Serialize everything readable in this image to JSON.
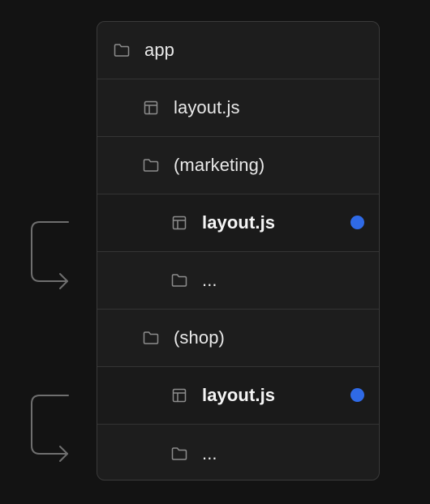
{
  "colors": {
    "background": "#131313",
    "panel": "#1d1d1d",
    "border": "#3a3a3a",
    "text": "#e9e9e9",
    "icon": "#8d8d8d",
    "connector": "#6f6f6f",
    "dot": "#2f6ae6"
  },
  "tree": {
    "rows": [
      {
        "label": "app",
        "icon": "folder-icon",
        "depth": 0,
        "bold": false,
        "dot": false
      },
      {
        "label": "layout.js",
        "icon": "layout-file-icon",
        "depth": 1,
        "bold": false,
        "dot": false
      },
      {
        "label": "(marketing)",
        "icon": "folder-icon",
        "depth": 1,
        "bold": false,
        "dot": false
      },
      {
        "label": "layout.js",
        "icon": "layout-file-icon",
        "depth": 2,
        "bold": true,
        "dot": true
      },
      {
        "label": "...",
        "icon": "folder-icon",
        "depth": 2,
        "bold": false,
        "dot": false
      },
      {
        "label": "(shop)",
        "icon": "folder-icon",
        "depth": 1,
        "bold": false,
        "dot": false
      },
      {
        "label": "layout.js",
        "icon": "layout-file-icon",
        "depth": 2,
        "bold": true,
        "dot": true
      },
      {
        "label": "...",
        "icon": "folder-icon",
        "depth": 2,
        "bold": false,
        "dot": false
      }
    ]
  },
  "connectors": [
    {
      "name": "marketing-layout-connector",
      "icon": "bent-arrow-icon"
    },
    {
      "name": "shop-layout-connector",
      "icon": "bent-arrow-icon"
    }
  ]
}
